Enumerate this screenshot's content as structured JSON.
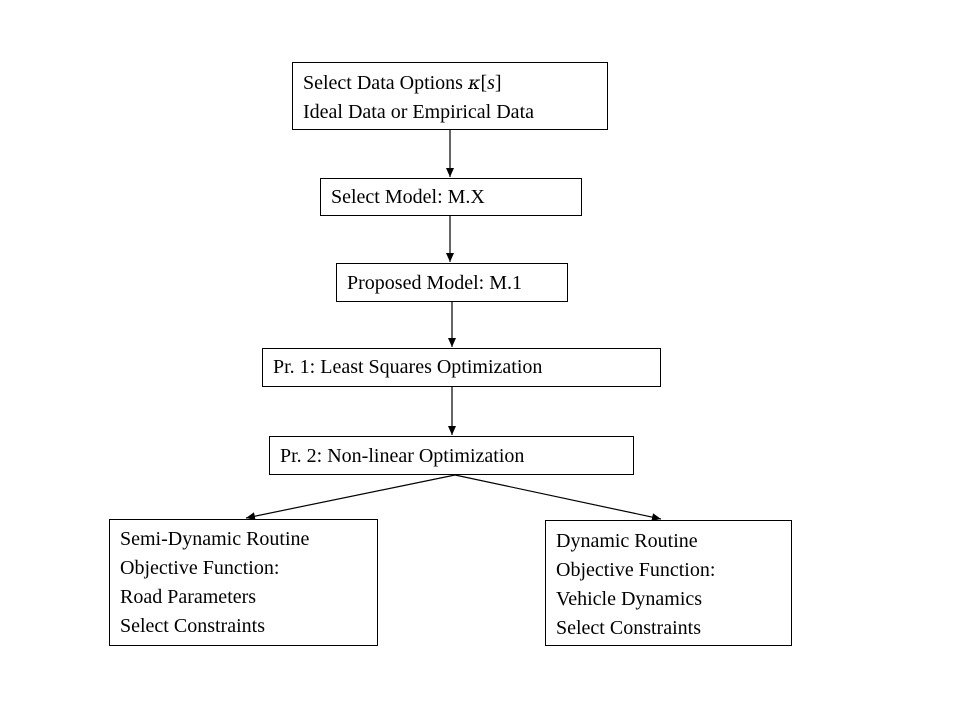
{
  "nodes": {
    "data_options": {
      "line1_text": "Select Data Options ",
      "line1_math_kappa": "κ",
      "line1_math_open": "[",
      "line1_math_s": "s",
      "line1_math_close": "]",
      "line2": "Ideal Data or Empirical Data"
    },
    "select_model": {
      "label": "Select Model: M.X"
    },
    "proposed_model": {
      "label": "Proposed Model: M.1"
    },
    "least_squares": {
      "label": "Pr. 1: Least Squares Optimization"
    },
    "nonlinear": {
      "label": "Pr. 2: Non-linear Optimization"
    },
    "semi_dynamic": {
      "lines": [
        "Semi-Dynamic Routine",
        "Objective Function:",
        "Road Parameters",
        "Select Constraints"
      ]
    },
    "dynamic": {
      "lines": [
        "Dynamic Routine",
        "Objective Function:",
        "Vehicle Dynamics",
        "Select Constraints"
      ]
    }
  },
  "edges": [
    {
      "from": "data_options",
      "to": "select_model"
    },
    {
      "from": "select_model",
      "to": "proposed_model"
    },
    {
      "from": "proposed_model",
      "to": "least_squares"
    },
    {
      "from": "least_squares",
      "to": "nonlinear"
    },
    {
      "from": "nonlinear",
      "to": "semi_dynamic"
    },
    {
      "from": "nonlinear",
      "to": "dynamic"
    }
  ],
  "colors": {
    "line": "#000000",
    "box_border": "#000000",
    "background": "#ffffff"
  }
}
